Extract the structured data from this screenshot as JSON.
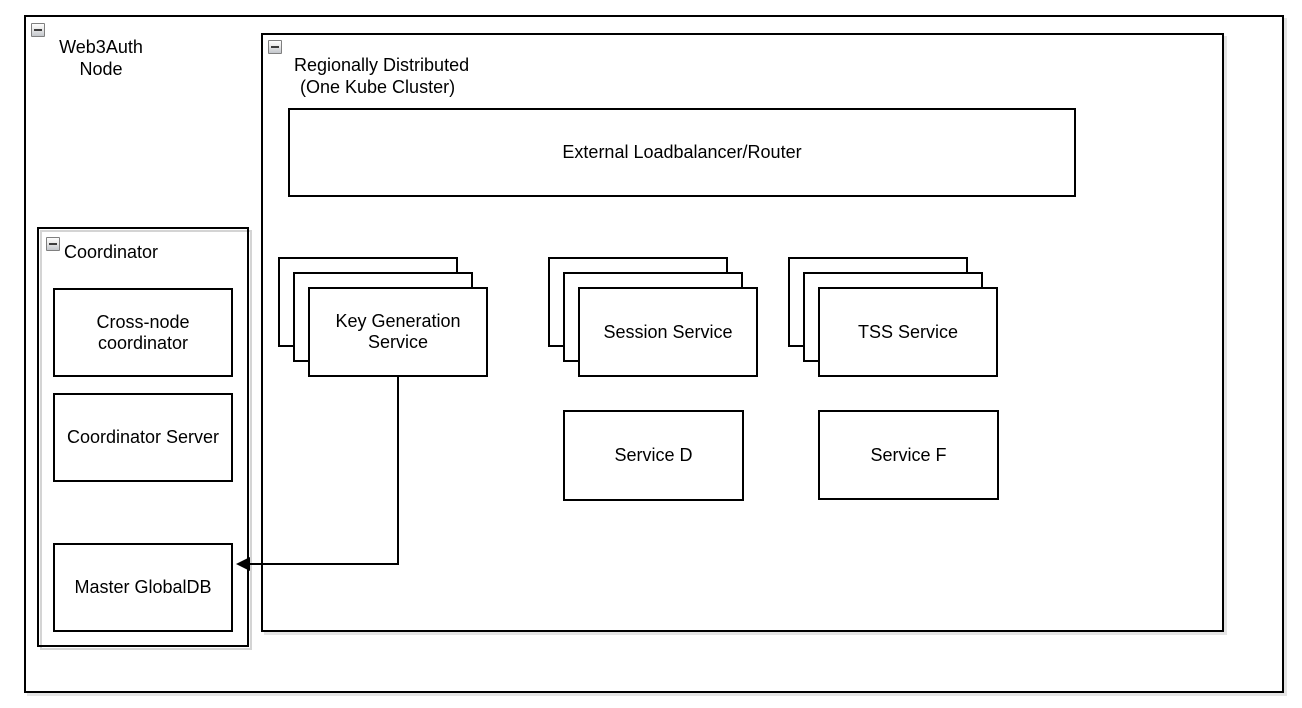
{
  "web3auth": {
    "label_line1": "Web3Auth",
    "label_line2": "Node"
  },
  "regional": {
    "label_line1": "Regionally Distributed",
    "label_line2": "(One Kube Cluster)"
  },
  "loadbalancer": {
    "label": "External Loadbalancer/Router"
  },
  "stacks": [
    {
      "label_line1": "Key Generation",
      "label_line2": "Service"
    },
    {
      "label": "Session Service"
    },
    {
      "label": "TSS Service"
    }
  ],
  "services": [
    {
      "label": "Service D"
    },
    {
      "label": "Service F"
    }
  ],
  "coordinator": {
    "label": "Coordinator",
    "boxes": [
      {
        "label_line1": "Cross-node",
        "label_line2": "coordinator"
      },
      {
        "label": "Coordinator Server"
      },
      {
        "label": "Master GlobalDB"
      }
    ]
  },
  "edge": {
    "from": "Key Generation Service",
    "to": "Master GlobalDB"
  },
  "icons": {
    "collapse": "minus-square"
  },
  "colors": {
    "stroke": "#000000",
    "fill": "#ffffff",
    "shadow": "#e0e0e0"
  }
}
